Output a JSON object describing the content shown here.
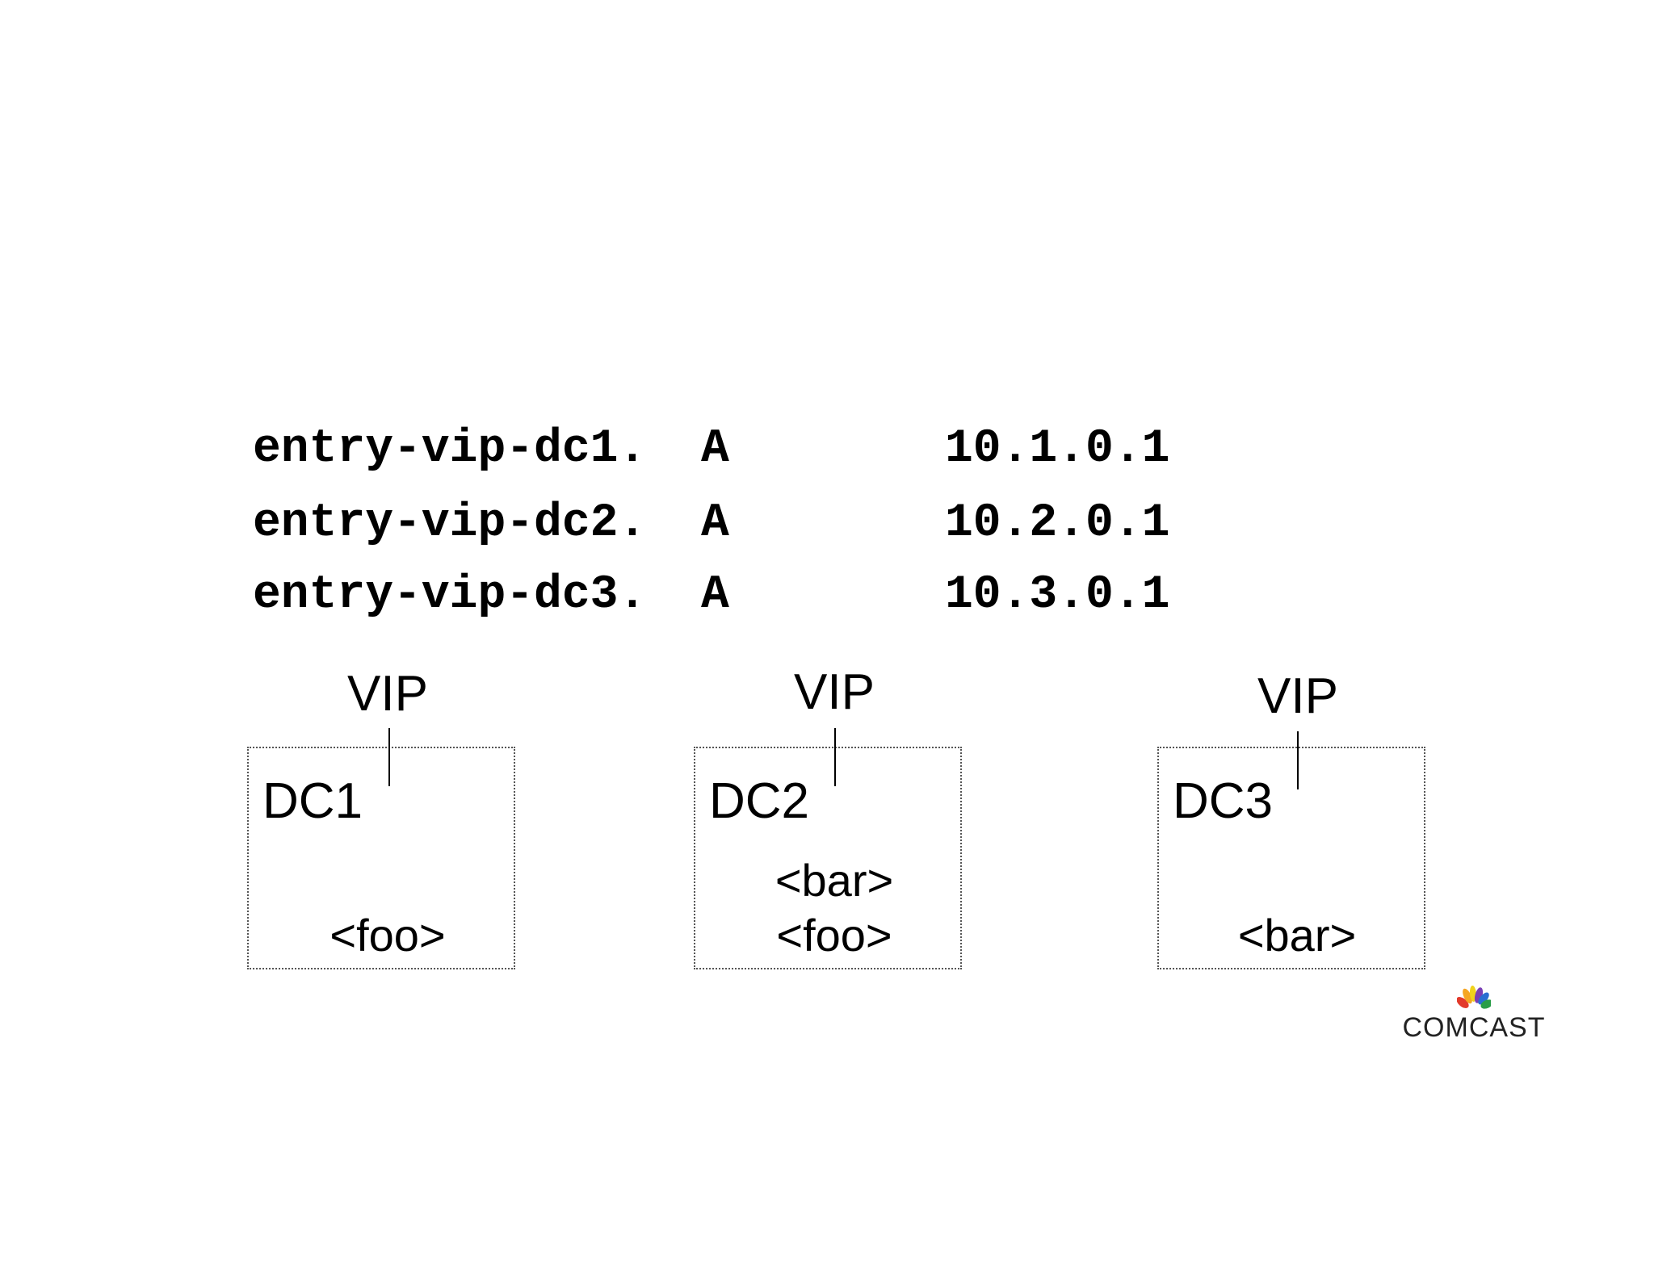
{
  "dns_records": [
    {
      "name": "entry-vip-dc1.",
      "type": "A",
      "ip": "10.1.0.1"
    },
    {
      "name": "entry-vip-dc2.",
      "type": "A",
      "ip": "10.2.0.1"
    },
    {
      "name": "entry-vip-dc3.",
      "type": "A",
      "ip": "10.3.0.1"
    }
  ],
  "datacenters": [
    {
      "vip": "VIP",
      "label": "DC1",
      "services": [
        "<foo>"
      ]
    },
    {
      "vip": "VIP",
      "label": "DC2",
      "services": [
        "<bar>",
        "<foo>"
      ]
    },
    {
      "vip": "VIP",
      "label": "DC3",
      "services": [
        "<bar>"
      ]
    }
  ],
  "logo": {
    "text": "COMCAST",
    "colors": [
      "#e23a2b",
      "#f5a623",
      "#f0d21c",
      "#2a9d48",
      "#2a6fd1",
      "#7a3fb5"
    ]
  }
}
